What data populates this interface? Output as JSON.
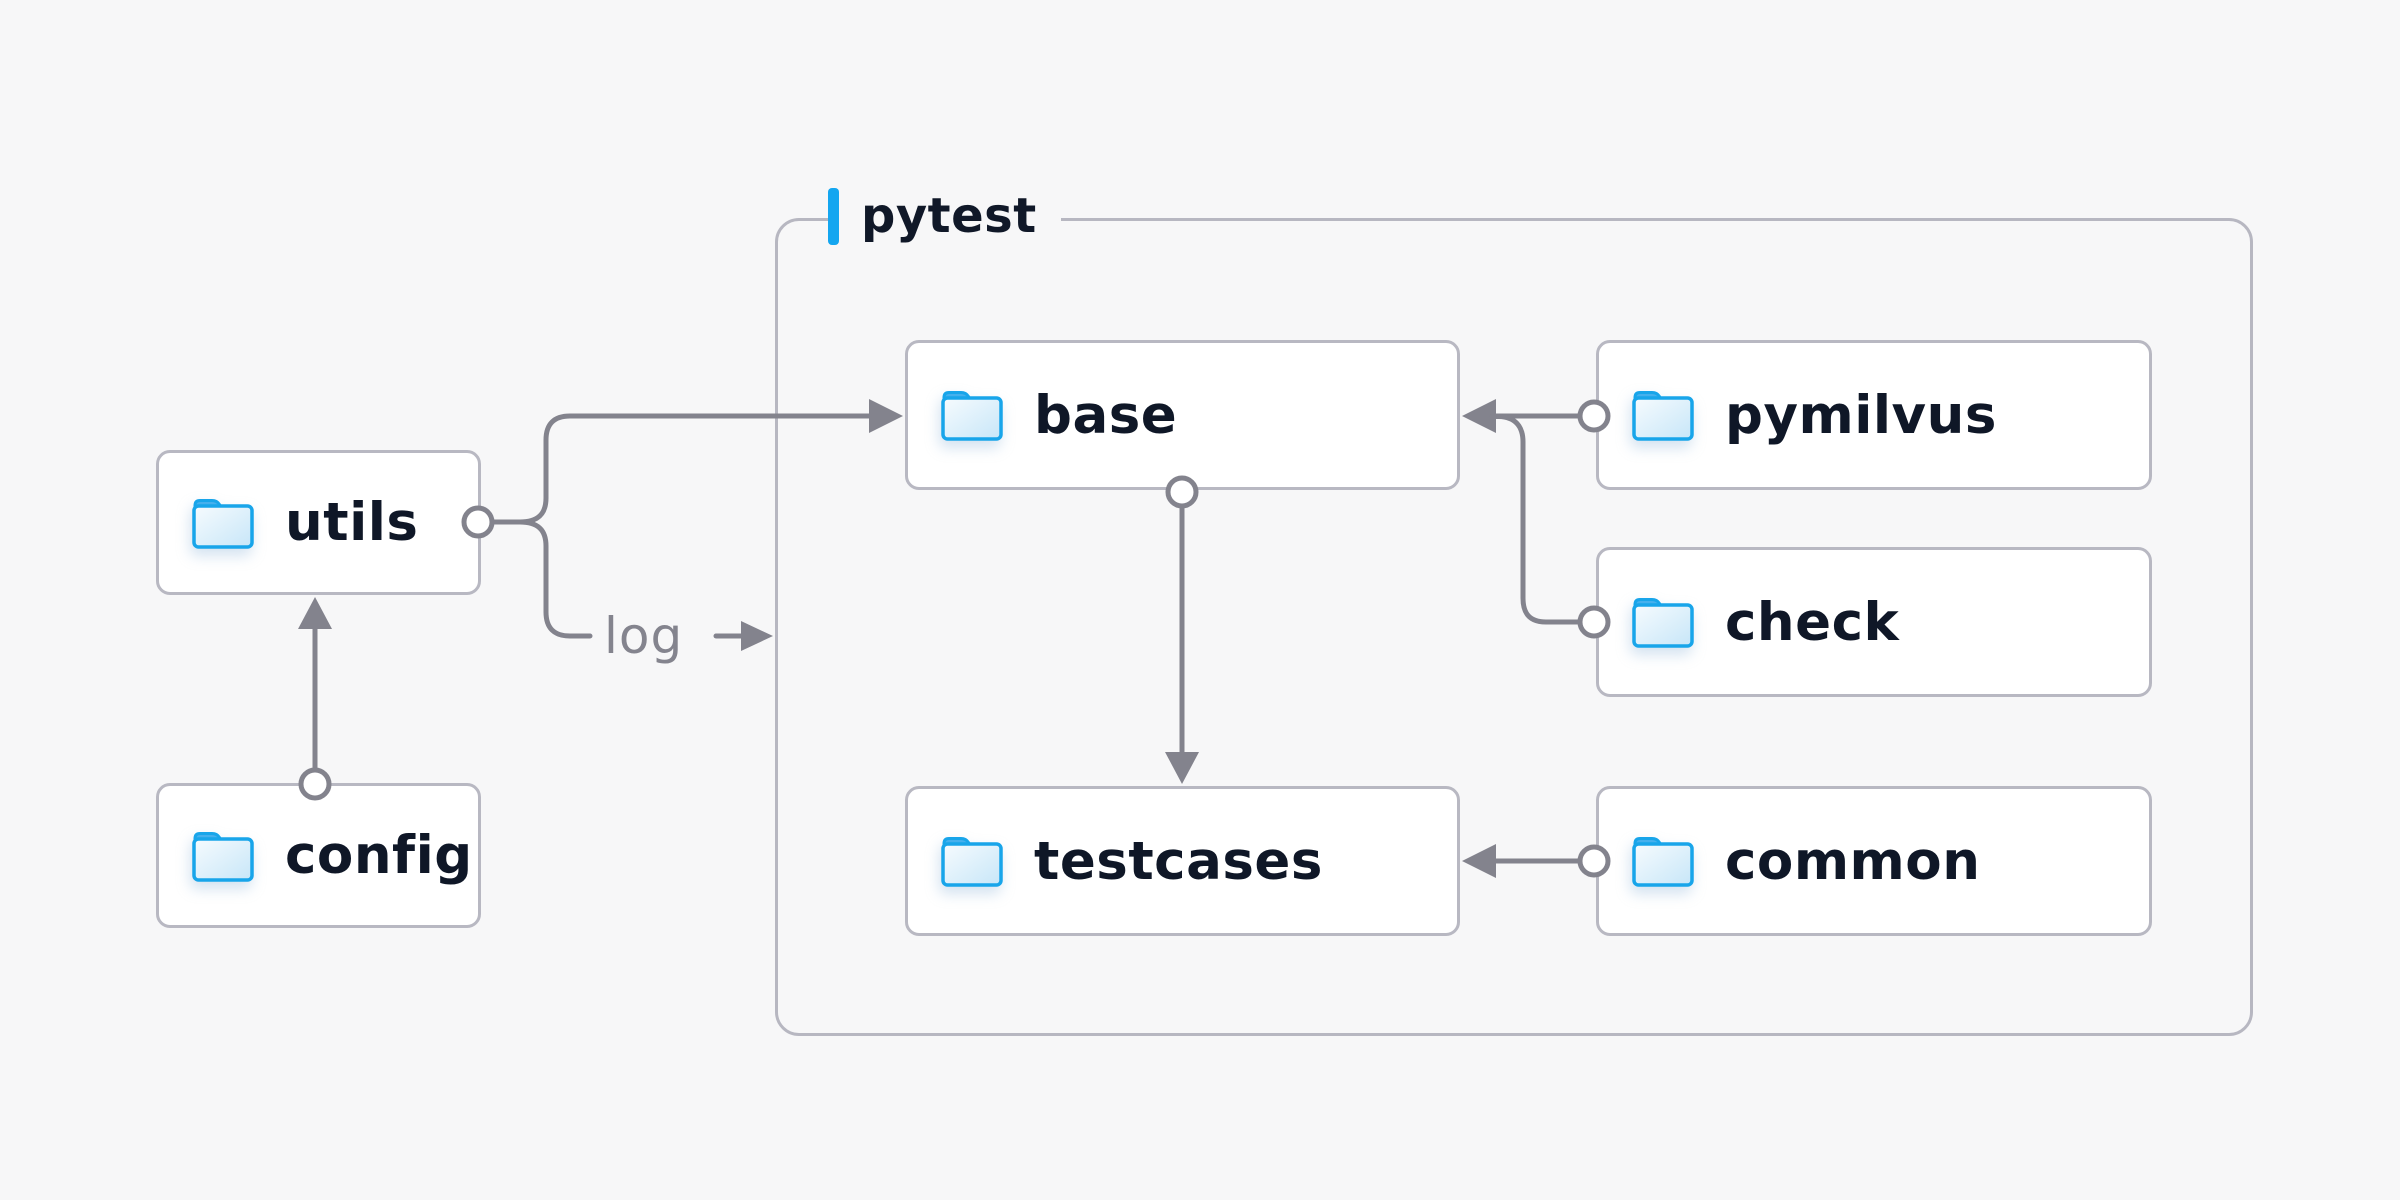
{
  "container": {
    "label": "pytest",
    "accent_color": "#14a6f0"
  },
  "nodes": {
    "utils": {
      "label": "utils",
      "icon": "folder-icon"
    },
    "config": {
      "label": "config",
      "icon": "folder-icon"
    },
    "base": {
      "label": "base",
      "icon": "folder-icon"
    },
    "pymilvus": {
      "label": "pymilvus",
      "icon": "folder-icon"
    },
    "check": {
      "label": "check",
      "icon": "folder-icon"
    },
    "testcases": {
      "label": "testcases",
      "icon": "folder-icon"
    },
    "common": {
      "label": "common",
      "icon": "folder-icon"
    }
  },
  "edges": {
    "log_label": "log",
    "list": [
      {
        "from": "utils",
        "to": "base"
      },
      {
        "from": "utils",
        "to": "pytest-container",
        "label": "log"
      },
      {
        "from": "config",
        "to": "utils"
      },
      {
        "from": "base",
        "to": "testcases"
      },
      {
        "from": "pymilvus",
        "to": "base"
      },
      {
        "from": "check",
        "to": "base"
      },
      {
        "from": "common",
        "to": "testcases"
      }
    ]
  },
  "colors": {
    "background": "#f7f7f8",
    "node_background": "#ffffff",
    "node_border": "#b8b8c2",
    "connector": "#83838d",
    "text_dark": "#0f1727",
    "accent_blue": "#14a6f0",
    "folder_stroke": "#18a5ea",
    "folder_tab": "#45b0ed"
  }
}
